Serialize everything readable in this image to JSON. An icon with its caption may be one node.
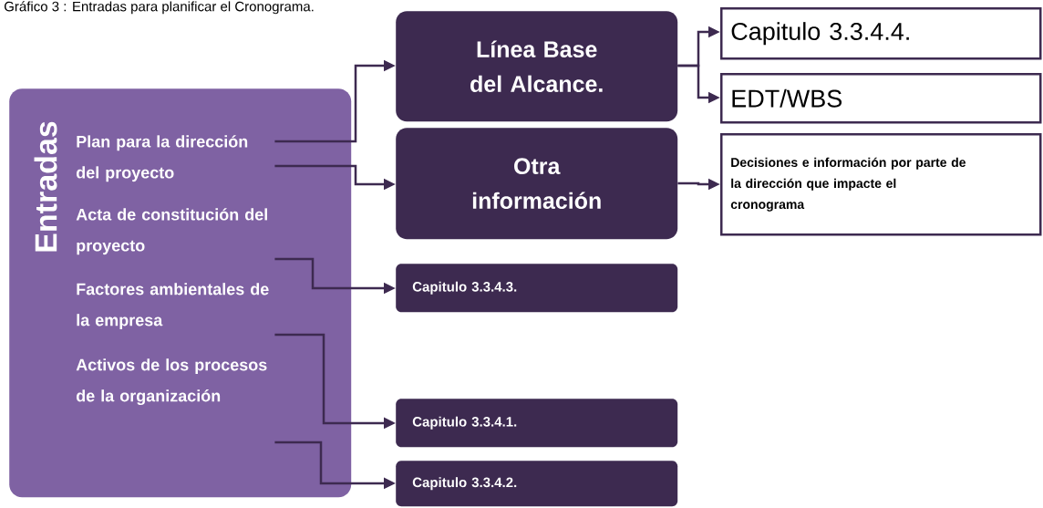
{
  "diagram": {
    "title": "Gráfico 3 : Entradas para planificar el Cronograma.",
    "nodes": [
      {
        "text": [
          "Entradas"
        ]
      },
      {
        "text": [
          "Plan para la dirección del proyecto"
        ],
        "in": 0
      },
      {
        "text": [
          "Acta de constitución del proyecto"
        ],
        "in": 0
      },
      {
        "text": [
          "Factores ambientales de la empresa"
        ],
        "in": 0
      },
      {
        "text": [
          "Activos de los procesos de la organización"
        ],
        "in": 0
      },
      {
        "text": [
          "Línea Base del Alcance."
        ]
      },
      {
        "text": [
          "Otra información"
        ]
      },
      {
        "text": [
          "Capitulo 3.3.4.3."
        ]
      },
      {
        "text": [
          "Capitulo 3.3.4.1."
        ]
      },
      {
        "text": [
          "Capitulo 3.3.4.2."
        ]
      },
      {
        "text": [
          "Capitulo 3.3.4.4."
        ]
      },
      {
        "text": [
          "EDT/WBS"
        ]
      },
      {
        "text": [
          "Decisiones e información por parte de la dirección que impacte el cronograma"
        ]
      }
    ],
    "edges": [
      {
        "from": 1,
        "to": 5,
        "arrow": "to"
      },
      {
        "from": 1,
        "to": 6,
        "arrow": "to"
      },
      {
        "from": 2,
        "to": 7,
        "arrow": "to"
      },
      {
        "from": 3,
        "to": 8,
        "arrow": "to"
      },
      {
        "from": 4,
        "to": 9,
        "arrow": "to"
      },
      {
        "from": 5,
        "to": 10,
        "arrow": "to"
      },
      {
        "from": 5,
        "to": 11,
        "arrow": "to"
      },
      {
        "from": 6,
        "to": 12,
        "arrow": "to"
      }
    ]
  }
}
